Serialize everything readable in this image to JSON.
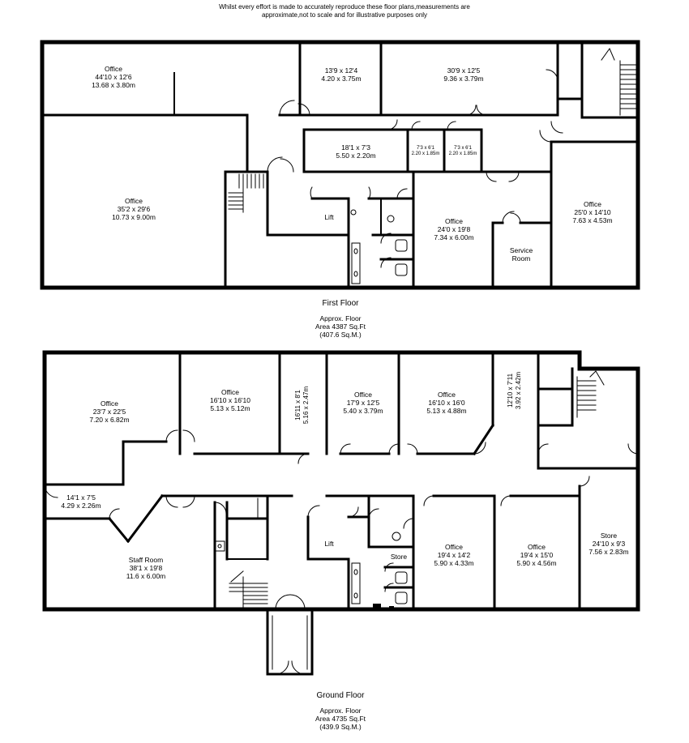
{
  "disclaimer": {
    "line1": "Whilst every effort is made to accurately reproduce these floor plans,measurements are",
    "line2": "approximate,not to scale and for illustrative purposes only"
  },
  "first_floor": {
    "title": "First Floor",
    "area_line1": "Approx. Floor",
    "area_line2": "Area 4387 Sq.Ft",
    "area_line3": "(407.6 Sq.M.)",
    "rooms": {
      "office_a": {
        "name": "Office",
        "imperial": "44'10 x 12'6",
        "metric": "13.68 x 3.80m"
      },
      "room_b": {
        "imperial": "13'9 x 12'4",
        "metric": "4.20 x 3.75m"
      },
      "room_c": {
        "imperial": "30'9 x 12'5",
        "metric": "9.36 x 3.79m"
      },
      "room_d": {
        "imperial": "18'1 x 7'3",
        "metric": "5.50 x 2.20m"
      },
      "room_e": {
        "imperial": "7'3 x 6'1",
        "metric": "2.20 x 1.85m"
      },
      "room_f": {
        "imperial": "7'3 x 6'1",
        "metric": "2.20 x 1.85m"
      },
      "office_g": {
        "name": "Office",
        "imperial": "35'2 x 29'6",
        "metric": "10.73 x 9.00m"
      },
      "lift": {
        "name": "Lift"
      },
      "office_h": {
        "name": "Office",
        "imperial": "24'0 x 19'8",
        "metric": "7.34 x 6.00m"
      },
      "service": {
        "line1": "Service",
        "line2": "Room"
      },
      "office_i": {
        "name": "Office",
        "imperial": "25'0 x 14'10",
        "metric": "7.63 x 4.53m"
      }
    }
  },
  "ground_floor": {
    "title": "Ground Floor",
    "area_line1": "Approx. Floor",
    "area_line2": "Area 4735 Sq.Ft",
    "area_line3": "(439.9 Sq.M.)",
    "rooms": {
      "office_a": {
        "name": "Office",
        "imperial": "23'7 x 22'5",
        "metric": "7.20 x 6.82m"
      },
      "office_b": {
        "name": "Office",
        "imperial": "16'10 x 16'10",
        "metric": "5.13 x 5.12m"
      },
      "room_c": {
        "imperial": "16'11 x 8'1",
        "metric": "5.16 x 2.47m"
      },
      "office_d": {
        "name": "Office",
        "imperial": "17'9 x 12'5",
        "metric": "5.40 x 3.79m"
      },
      "office_e": {
        "name": "Office",
        "imperial": "16'10 x 16'0",
        "metric": "5.13 x 4.88m"
      },
      "room_f": {
        "imperial": "12'10 x 7'11",
        "metric": "3.92 x 2.42m"
      },
      "room_g": {
        "imperial": "14'1 x 7'5",
        "metric": "4.29 x 2.26m"
      },
      "staff": {
        "name": "Staff Room",
        "imperial": "38'1 x 19'8",
        "metric": "11.6 x 6.00m"
      },
      "lift": {
        "name": "Lift"
      },
      "store_small": {
        "name": "Store"
      },
      "office_h": {
        "name": "Office",
        "imperial": "19'4 x 14'2",
        "metric": "5.90 x 4.33m"
      },
      "office_i": {
        "name": "Office",
        "imperial": "19'4 x 15'0",
        "metric": "5.90 x 4.56m"
      },
      "store_j": {
        "name": "Store",
        "imperial": "24'10 x 9'3",
        "metric": "7.56 x 2.83m"
      }
    }
  }
}
